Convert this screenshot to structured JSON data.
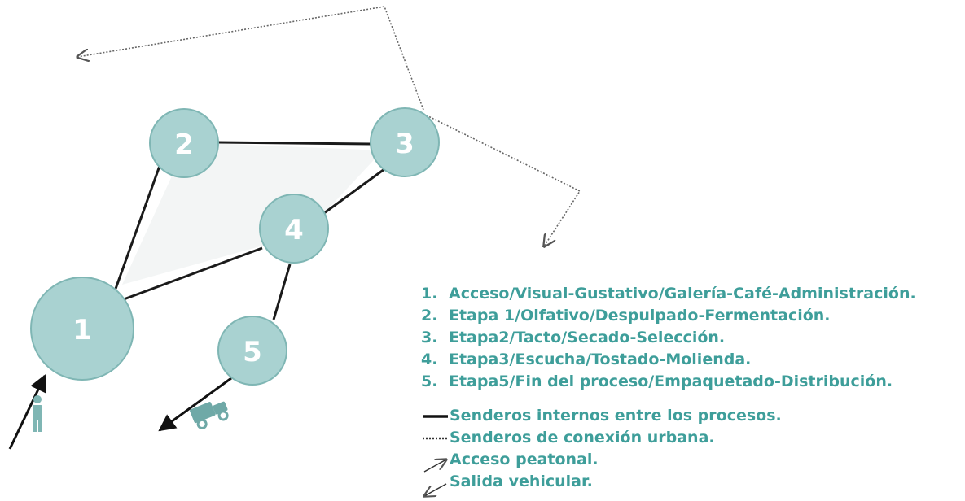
{
  "colors": {
    "node_fill": "#a9d2d1",
    "node_stroke": "#7fb6b4",
    "text_accent": "#3e9e9a",
    "line": "#1a1a1a"
  },
  "nodes": [
    {
      "id": "1",
      "label": "1"
    },
    {
      "id": "2",
      "label": "2"
    },
    {
      "id": "3",
      "label": "3"
    },
    {
      "id": "4",
      "label": "4"
    },
    {
      "id": "5",
      "label": "5"
    }
  ],
  "legend": {
    "items": [
      {
        "num": "1.",
        "text": "Acceso/Visual-Gustativo/Galería-Café-Administración."
      },
      {
        "num": "2.",
        "text": "Etapa 1/Olfativo/Despulpado-Fermentación."
      },
      {
        "num": "3.",
        "text": "Etapa2/Tacto/Secado-Selección."
      },
      {
        "num": "4.",
        "text": "Etapa3/Escucha/Tostado-Molienda."
      },
      {
        "num": "5.",
        "text": "Etapa5/Fin del proceso/Empaquetado-Distribución."
      }
    ],
    "internal_paths": "Senderos internos entre los procesos.",
    "urban_paths": "Senderos de conexión urbana.",
    "pedestrian_access": "Acceso peatonal.",
    "vehicle_exit": "Salida vehicular."
  },
  "icons": {
    "pedestrian": "person-icon",
    "vehicle": "truck-icon"
  }
}
